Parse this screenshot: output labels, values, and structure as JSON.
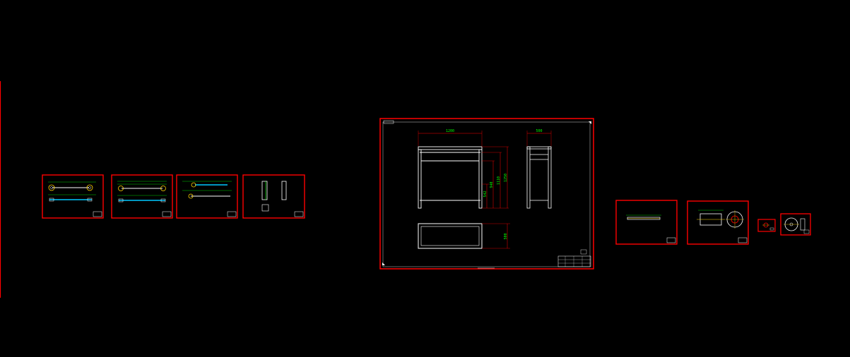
{
  "viewport": {
    "background": "#000000"
  },
  "colors": {
    "frame": "#ff0000",
    "geometry": "#ffffff",
    "dimension": "#00ff00",
    "centerline": "#00c8ff",
    "highlight": "#ffd400"
  },
  "main_sheet": {
    "dimensions": {
      "width_top": "1200",
      "depth_side": "500",
      "height_inner": "542",
      "height_mid": "940",
      "height_upper": "1110",
      "height_total": "1250",
      "depth_plan": "500"
    }
  }
}
